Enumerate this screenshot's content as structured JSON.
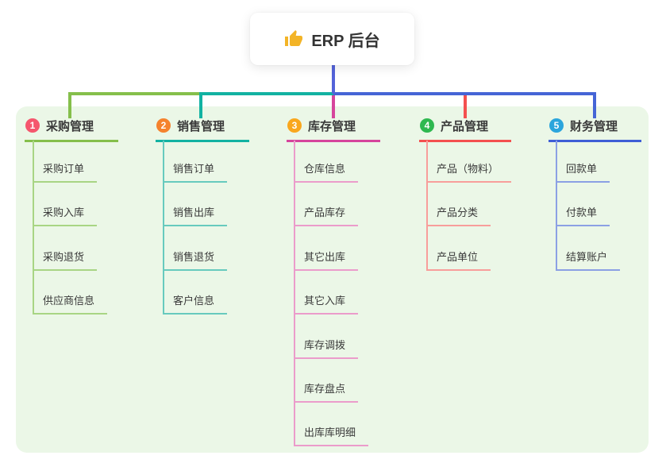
{
  "root": {
    "title": "ERP 后台",
    "icon": "thumbs-up"
  },
  "branches": [
    {
      "num": "1",
      "label": "采购管理",
      "line_color": "#85bf4b",
      "child_line_color": "#a8d584",
      "badge_color": "#f5566d",
      "children": [
        "采购订单",
        "采购入库",
        "采购退货",
        "供应商信息"
      ]
    },
    {
      "num": "2",
      "label": "销售管理",
      "line_color": "#12b2a2",
      "child_line_color": "#67cabe",
      "badge_color": "#f5822d",
      "children": [
        "销售订单",
        "销售出库",
        "销售退货",
        "客户信息"
      ]
    },
    {
      "num": "3",
      "label": "库存管理",
      "line_color": "#d6459c",
      "child_line_color": "#eb9ccb",
      "badge_color": "#f9a71d",
      "children": [
        "仓库信息",
        "产品库存",
        "其它出库",
        "其它入库",
        "库存调拨",
        "库存盘点",
        "出库库明细"
      ]
    },
    {
      "num": "4",
      "label": "产品管理",
      "line_color": "#f4504f",
      "child_line_color": "#f89e9b",
      "badge_color": "#2eb850",
      "children": [
        "产品（物料）",
        "产品分类",
        "产品单位"
      ]
    },
    {
      "num": "5",
      "label": "财务管理",
      "line_color": "#3f5ed6",
      "child_line_color": "#8ba0e4",
      "badge_color": "#2ba5dc",
      "children": [
        "回款单",
        "付款单",
        "结算账户"
      ]
    }
  ],
  "colors": {
    "panel_background": "#ebf7e7",
    "root_connector": "#5463d9",
    "text": "#3a3a3a"
  }
}
